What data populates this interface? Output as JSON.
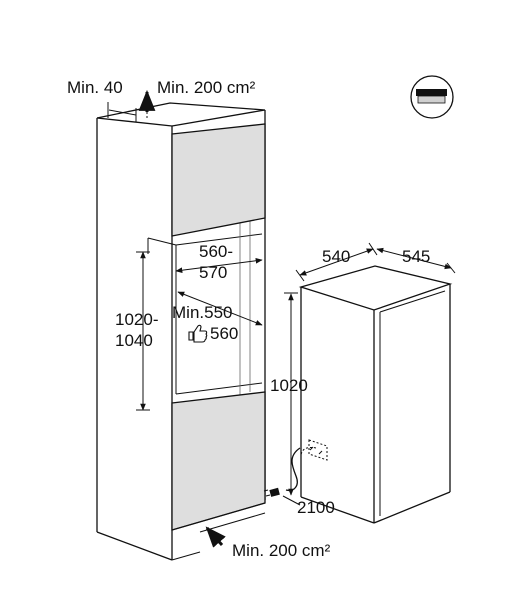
{
  "cabinet": {
    "min_gap_label": "Min. 40",
    "top_vent_label": "Min. 200 cm²",
    "bottom_vent_label": "Min. 200 cm²",
    "niche_width_line1": "560-",
    "niche_width_line2": "570",
    "niche_height_line1": "1020-",
    "niche_height_line2": "1040",
    "niche_depth_min": "Min.550",
    "niche_depth_recommended": "560"
  },
  "appliance": {
    "width": "540",
    "depth": "545",
    "height": "1020",
    "cable_length": "2100"
  },
  "icons": {
    "vent_badge": "ventilation-grille-icon",
    "thumbs_up": "thumbs-up-icon",
    "airflow_top": "arrow-up-icon",
    "airflow_bottom": "arrow-diagonal-icon",
    "plug": "power-plug-icon",
    "socket": "wall-socket-icon"
  }
}
